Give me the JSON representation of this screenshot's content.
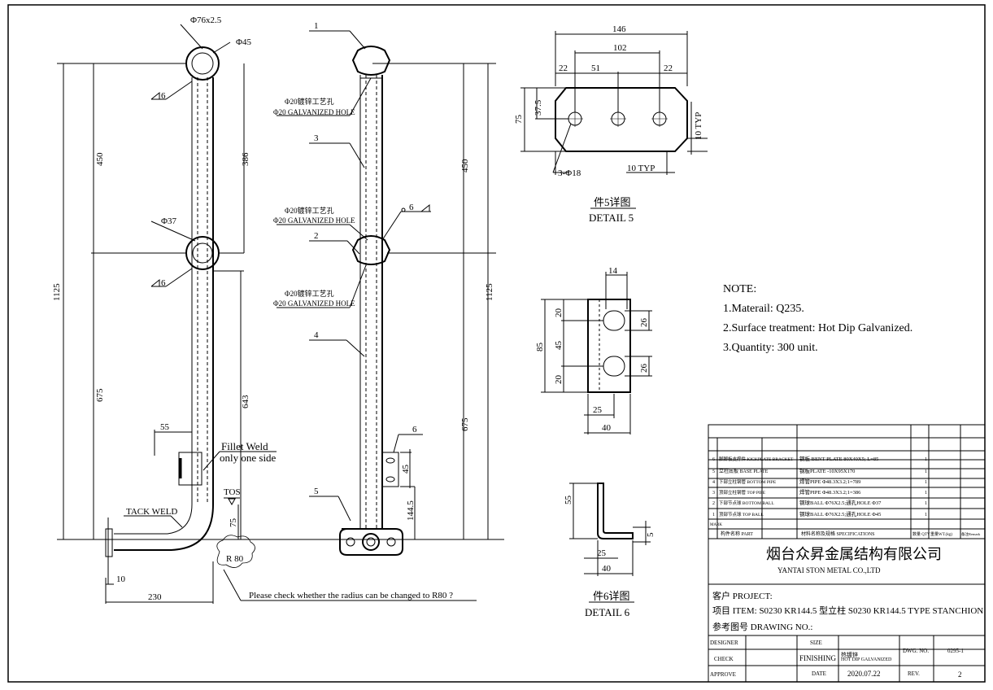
{
  "stanchion_dims": {
    "top_pipe": "Φ76x2.5",
    "top_ball": "Φ45",
    "mid_ball": "Φ37",
    "weld_6": "6",
    "h450": "450",
    "h386": "386",
    "h675": "675",
    "h643": "643",
    "h1125": "1125",
    "w55": "55",
    "h75": "75",
    "tos": "TOS",
    "w10": "10",
    "w230": "230",
    "r80": "R 80",
    "fillet1": "Fillet Weld",
    "fillet2": "only one side",
    "tack": "TACK WELD",
    "radius_note": "Please check whether the radius can be changed to R80 ?"
  },
  "side_view": {
    "hole_cn": "Φ20镀锌工艺孔",
    "hole_en": "Φ20 GALVANIZED HOLE",
    "parts": [
      "1",
      "2",
      "3",
      "4",
      "5",
      "6"
    ],
    "h450": "450",
    "h675": "675",
    "h1125": "1125",
    "h45": "45",
    "h144": "144.5",
    "weld6": "6"
  },
  "detail5": {
    "w146": "146",
    "w102": "102",
    "w22a": "22",
    "w51": "51",
    "w22b": "22",
    "h75": "75",
    "h375": "37.5",
    "typ1": "10 TYP",
    "typ2": "10 TYP",
    "holes": "3-Φ18",
    "title_cn": "件5详图",
    "title_en": "DETAIL 5"
  },
  "detail6": {
    "w14": "14",
    "h20a": "20",
    "h45": "45",
    "h20b": "20",
    "h85": "85",
    "s26a": "26",
    "s26b": "26",
    "w25": "25",
    "w40": "40",
    "h55": "55",
    "t5": "5",
    "w25b": "25",
    "w40b": "40",
    "title_cn": "件6详图",
    "title_en": "DETAIL 6"
  },
  "notes": {
    "title": "NOTE:",
    "lines": [
      "1.Materail: Q235.",
      "2.Surface treatment: Hot Dip Galvanized.",
      "3.Quantity: 300 unit."
    ]
  },
  "bom": {
    "rows": [
      {
        "mark": "6",
        "part": "脚脚板支撑件 KICKPLATE BRACKET",
        "spec": "钢板 BENT PLATE 80X40X5; L=85",
        "qty": "1"
      },
      {
        "mark": "5",
        "part": "立柱底板 BASE PLATE",
        "spec": "钢板PLATE -10X95X170",
        "qty": "1"
      },
      {
        "mark": "4",
        "part": "下部立柱钢管 BOTTOM PIPE",
        "spec": "焊管PIPE Φ48.3X3.2;1=789",
        "qty": "1"
      },
      {
        "mark": "3",
        "part": "顶部立柱钢管 TOP PIPE",
        "spec": "焊管PIPE Φ48.3X3.2;1=386",
        "qty": "1"
      },
      {
        "mark": "2",
        "part": "下部节点球 BOTTOM BALL",
        "spec": "钢球BALL Φ76X2.5;通孔HOLE Φ37",
        "qty": "1"
      },
      {
        "mark": "1",
        "part": "顶部节点球 TOP BALL",
        "spec": "钢球BALL Φ76X2.5;通孔HOLE Φ45",
        "qty": "1"
      }
    ],
    "headers": {
      "mark": "MARK",
      "part": "构件名称 PART",
      "spec": "材料名称及规格 SPECIFICATIONS",
      "qty": "数量 QTY",
      "wt": "重量WT.(kg)",
      "remark": "备注Remark"
    }
  },
  "titleblock": {
    "company_cn": "烟台众昇金属结构有限公司",
    "company_en": "YANTAI STON METAL CO.,LTD",
    "project": "客户 PROJECT:",
    "item": "项目 ITEM:   S0230 KR144.5 型立柱   S0230 KR144.5 TYPE STANCHION",
    "drawing": "参考图号 DRAWING NO.:",
    "designer": "DESIGNER",
    "check": "CHECK",
    "approve": "APPROVE",
    "size": "SIZE",
    "finishing": "FINISHING",
    "finish_cn": "热镀锌",
    "finish_en": "HOT DIP GALVANIZED",
    "date_label": "DATE",
    "date": "2020.07.22",
    "dwg_label": "DWG. NO.",
    "dwg": "0295-1",
    "rev_label": "REV.",
    "rev": "2"
  }
}
